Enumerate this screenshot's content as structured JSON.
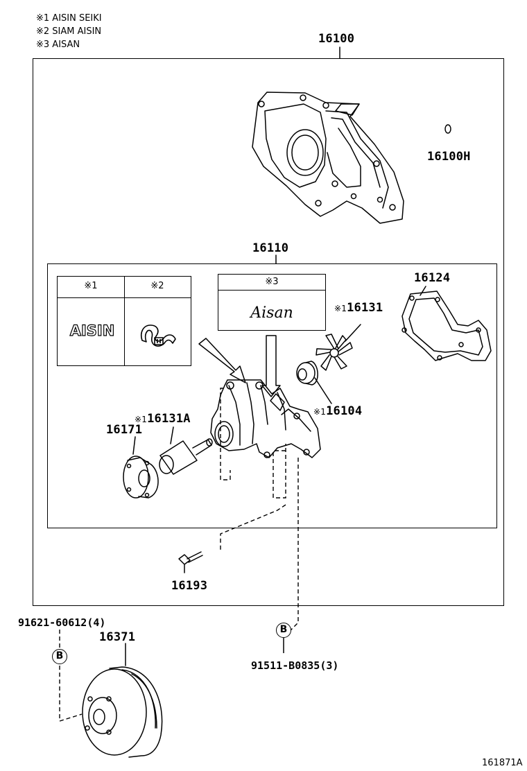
{
  "notes": [
    "※1 AISIN SEIKI",
    "※2 SIAM AISIN",
    "※3 AISAN"
  ],
  "parts": {
    "p16100": "16100",
    "p16100H": "16100H",
    "p16110": "16110",
    "p16124": "16124",
    "p16131_mark": "※1",
    "p16131": "16131",
    "p16104_mark": "※1",
    "p16104": "16104",
    "p16131A_mark": "※1",
    "p16131A": "16131A",
    "p16171": "16171",
    "p16193": "16193",
    "p91621": "91621-60612(4)",
    "p16371": "16371",
    "p91511": "91511-B0835(3)"
  },
  "logo_table": {
    "h1": "※1",
    "h2": "※2",
    "h3": "※3",
    "aisin_logo": "AISIN",
    "aisan_logo": "Aisan"
  },
  "bubbles": {
    "b1": "B",
    "b2": "B"
  },
  "diagram_id": "161871A"
}
